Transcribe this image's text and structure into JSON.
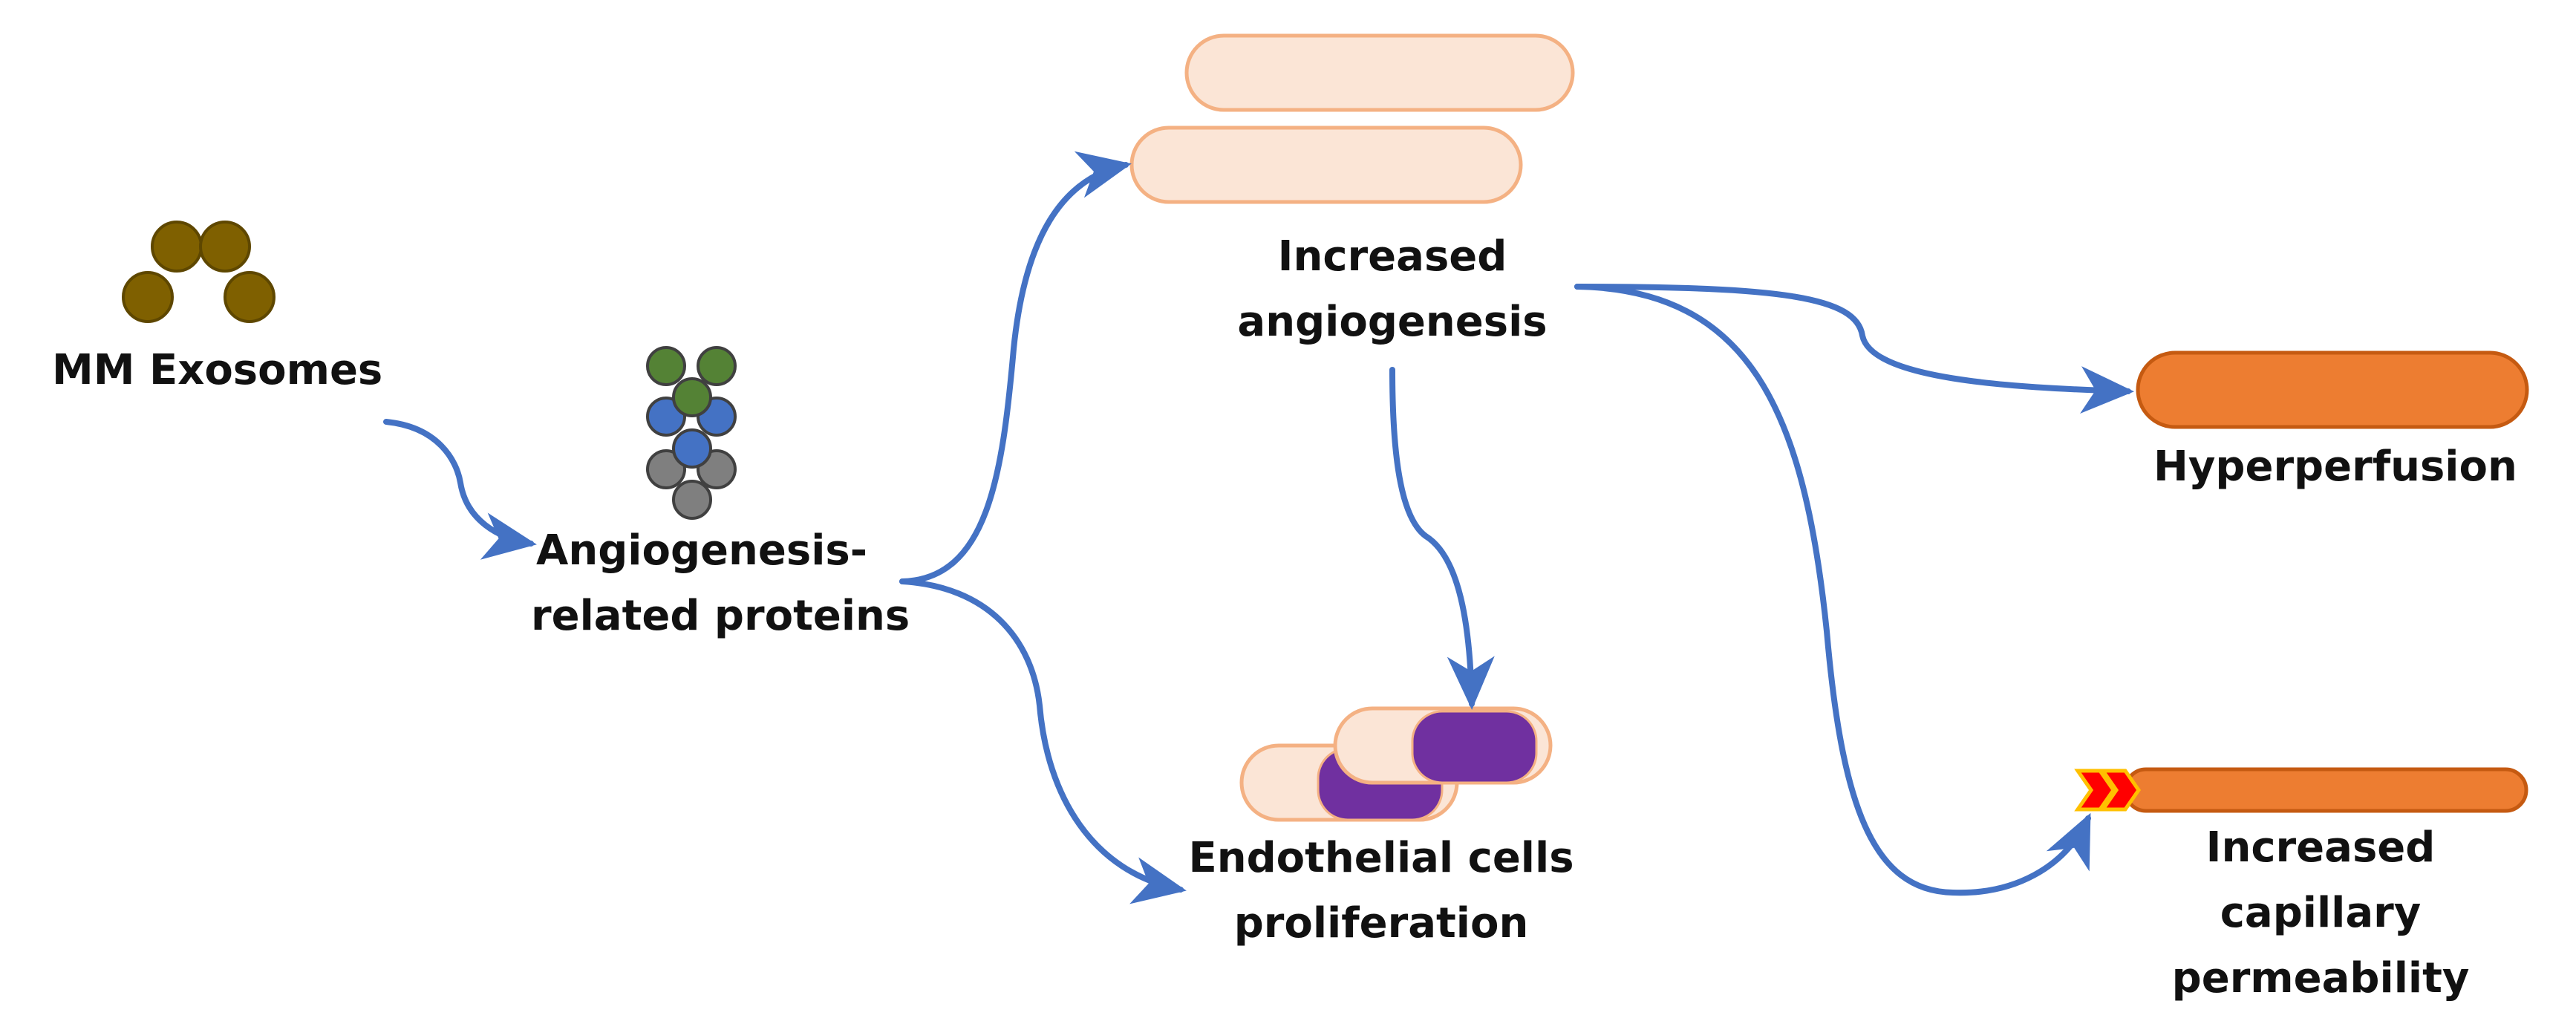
{
  "colors": {
    "arrow": "#4472C4",
    "exosome": "#7F6000",
    "exosome_stroke": "#5E4700",
    "protein_green": "#548235",
    "protein_blue": "#4472C4",
    "protein_gray": "#7F7F7F",
    "vessel_light": "#FBE5D6",
    "vessel_light_stroke": "#F4B183",
    "nucleus_purple": "#7030A0",
    "vessel_orange": "#ED7D31",
    "vessel_orange_stroke": "#C55A11",
    "chevron_fill": "#FF0000",
    "chevron_stroke": "#FFC000"
  },
  "icons": {
    "exosomes": "exosome-cluster-icon",
    "proteins": "protein-cluster-icon",
    "angiogenesis": "blood-vessel-icon",
    "proliferation": "endothelial-cell-icon",
    "hyperperfusion": "vessel-icon",
    "permeability": "leaky-vessel-icon"
  },
  "nodes": {
    "mm_exosomes": {
      "label": "MM Exosomes"
    },
    "proteins": {
      "line1": "Angiogenesis-",
      "line2": "related proteins"
    },
    "angiogenesis": {
      "line1": "Increased",
      "line2": "angiogenesis"
    },
    "proliferation": {
      "line1": "Endothelial cells",
      "line2": "proliferation"
    },
    "hyperperfusion": {
      "label": "Hyperperfusion"
    },
    "permeability": {
      "line1": "Increased",
      "line2": "capillary",
      "line3": "permeability"
    }
  }
}
